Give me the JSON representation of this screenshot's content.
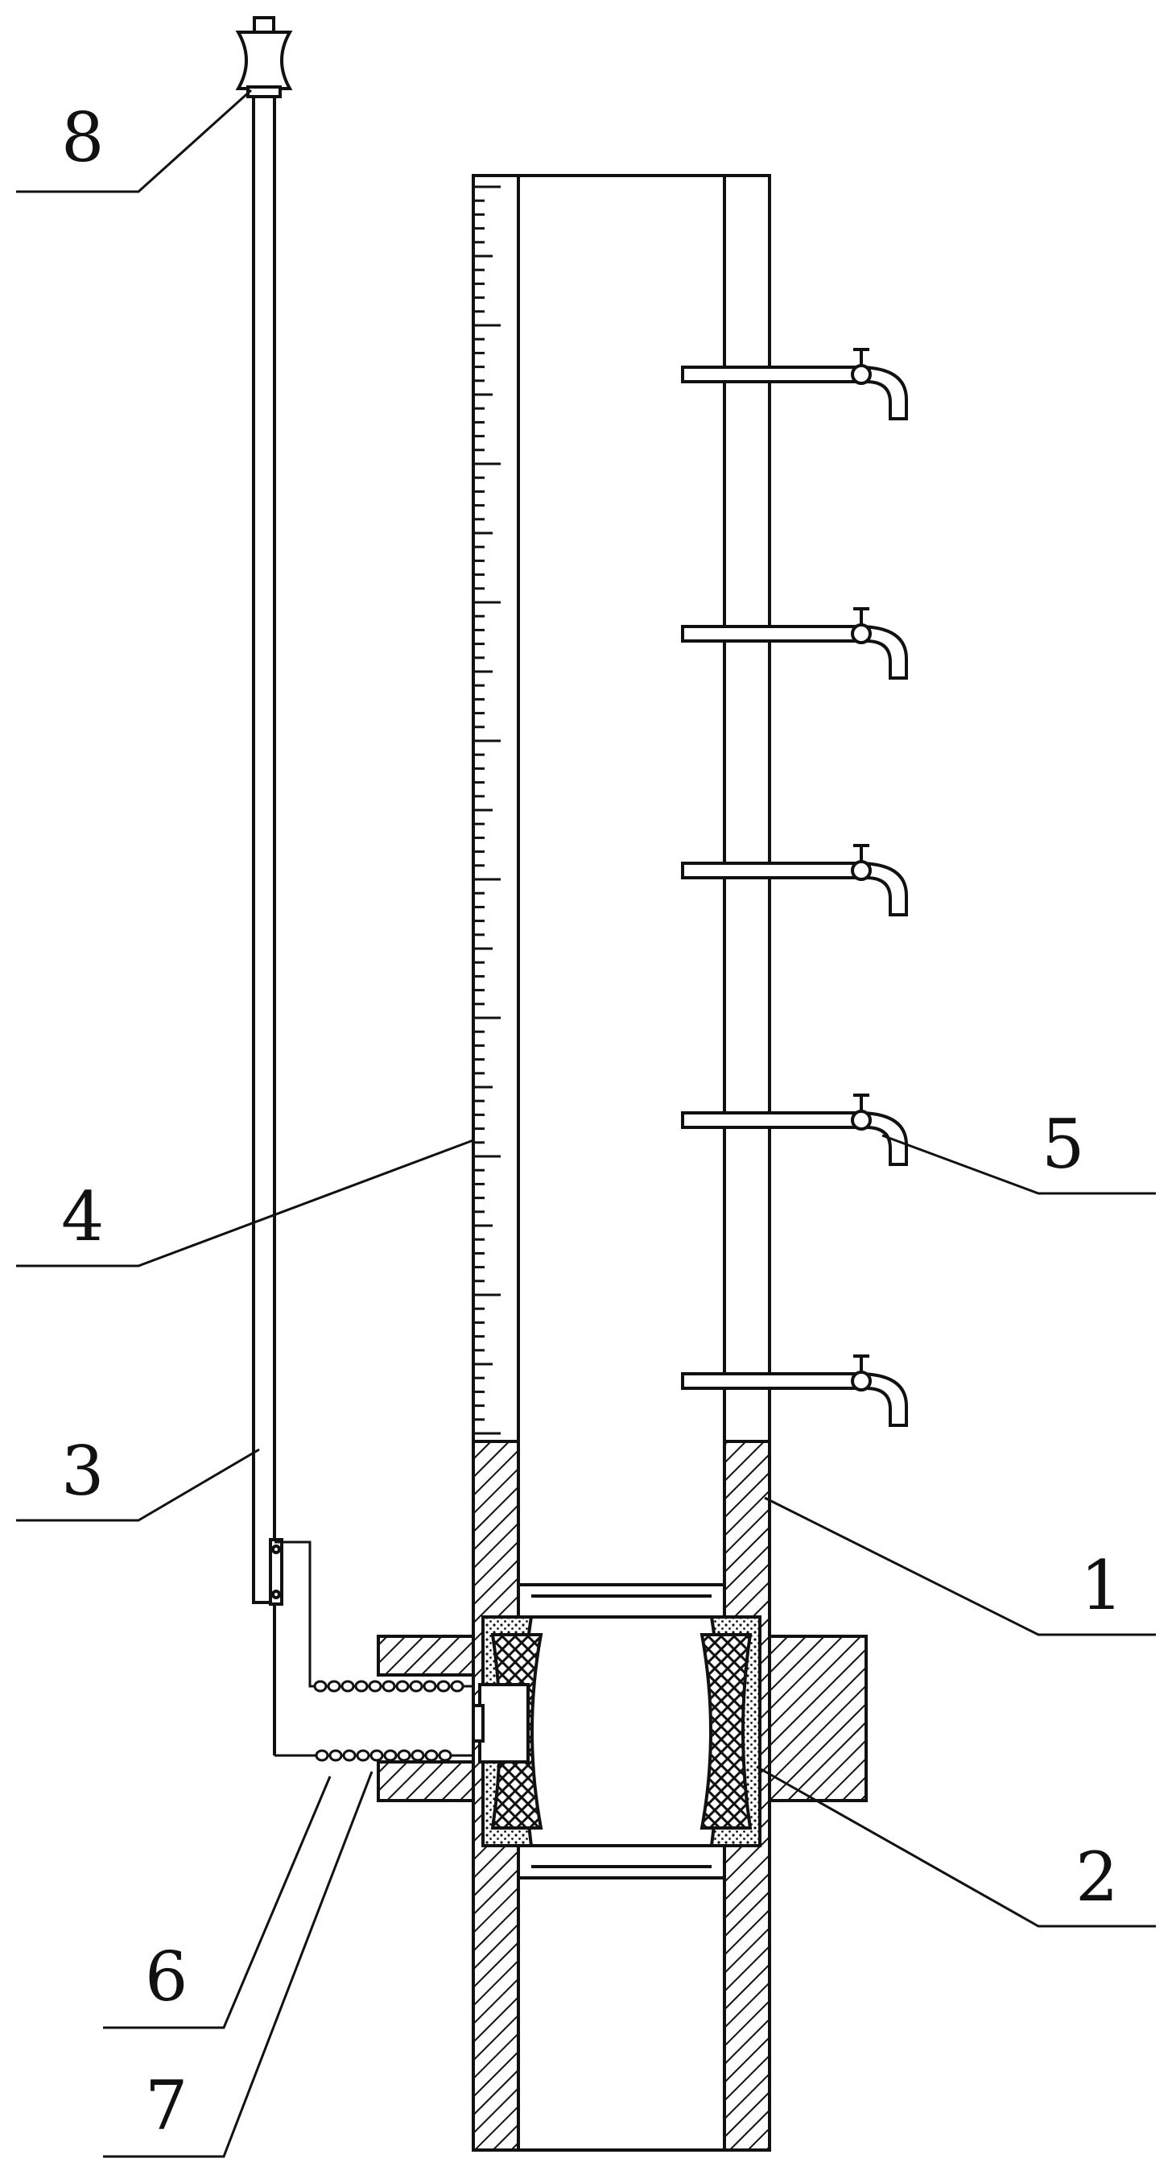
{
  "colors": {
    "ink": "#111111",
    "paper": "#ffffff"
  },
  "labels": {
    "l1": "1",
    "l2": "2",
    "l3": "3",
    "l4": "4",
    "l5": "5",
    "l6": "6",
    "l7": "7",
    "l8": "8"
  }
}
